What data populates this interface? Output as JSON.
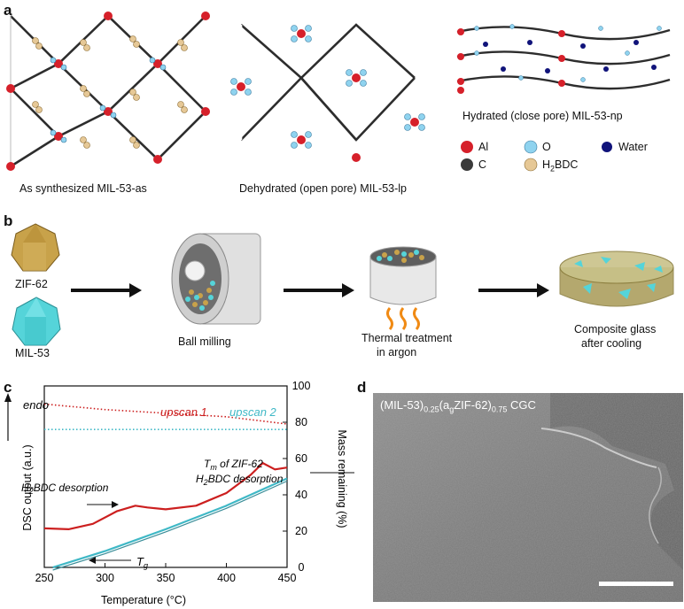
{
  "panels": {
    "a": "a",
    "b": "b",
    "c": "c",
    "d": "d"
  },
  "panel_a": {
    "captions": [
      "As synthesized MIL-53-as",
      "Dehydrated (open pore) MIL-53-lp",
      "Hydrated (close pore) MIL-53-np"
    ],
    "legend": [
      {
        "label": "Al",
        "color": "#d6202a"
      },
      {
        "label": "O",
        "color": "#8fd3ef"
      },
      {
        "label": "Water",
        "color": "#10137a"
      },
      {
        "label": "C",
        "color": "#3a3a3a"
      },
      {
        "label_main": "H",
        "label_sub": "2",
        "label_rest": "BDC",
        "color": "#e6c896"
      }
    ]
  },
  "panel_b": {
    "inputs": [
      "ZIF-62",
      "MIL-53"
    ],
    "steps": [
      "Ball milling",
      "Thermal treatment",
      "in argon",
      "Composite glass",
      "after cooling"
    ]
  },
  "panel_c": {
    "legend_left": "endo",
    "upscan1": "upscan 1",
    "upscan2": "upscan 2",
    "ann_tm_a": "T",
    "ann_tm_sub": "m",
    "ann_tm_b": " of ZIF-62",
    "ann_h2_a": "H",
    "ann_h2_sub": "2",
    "ann_h2_b": "BDC desorption",
    "ann_h2low_a": "H",
    "ann_h2low_sub": "2",
    "ann_h2low_b": "BDC desorption",
    "ann_tg": "T",
    "ann_tg_sub": "g",
    "chart_data": {
      "type": "line",
      "xlabel": "Temperature (°C)",
      "ylabel_left": "DSC output (a.u.)",
      "ylabel_right": "Mass remaining (%)",
      "xlim": [
        250,
        450
      ],
      "xticks": [
        250,
        300,
        350,
        400,
        450
      ],
      "ylim_right": [
        0,
        100
      ],
      "yticks_right": [
        0,
        20,
        40,
        60,
        80,
        100
      ],
      "series": [
        {
          "name": "upscan 1",
          "color": "#cc1f1f",
          "axis": "right",
          "style": "dotted",
          "x": [
            250,
            300,
            350,
            400,
            450
          ],
          "y": [
            90,
            87,
            85,
            83,
            79
          ]
        },
        {
          "name": "upscan 2",
          "color": "#3fb8c6",
          "axis": "right",
          "style": "dotted",
          "x": [
            250,
            450
          ],
          "y": [
            76,
            76
          ]
        },
        {
          "name": "upscan 1",
          "color": "#cc1f1f",
          "axis": "right",
          "style": "solid",
          "x": [
            250,
            270,
            290,
            310,
            325,
            335,
            350,
            375,
            400,
            420,
            430,
            440,
            450
          ],
          "y": [
            21.5,
            21,
            24,
            31,
            34,
            33,
            32,
            34,
            41,
            51,
            57.5,
            54,
            55
          ]
        },
        {
          "name": "upscan 2",
          "color": "#3fb8c6",
          "axis": "right",
          "style": "solid",
          "x": [
            257,
            300,
            350,
            400,
            450
          ],
          "y": [
            0,
            9,
            21,
            34,
            49
          ]
        }
      ]
    }
  },
  "panel_d": {
    "title_a": "(MIL-53)",
    "title_sub1": "0.25",
    "title_b": "(a",
    "title_sub2": "g",
    "title_c": "ZIF-62)",
    "title_sub3": "0.75",
    "title_d": " CGC"
  }
}
